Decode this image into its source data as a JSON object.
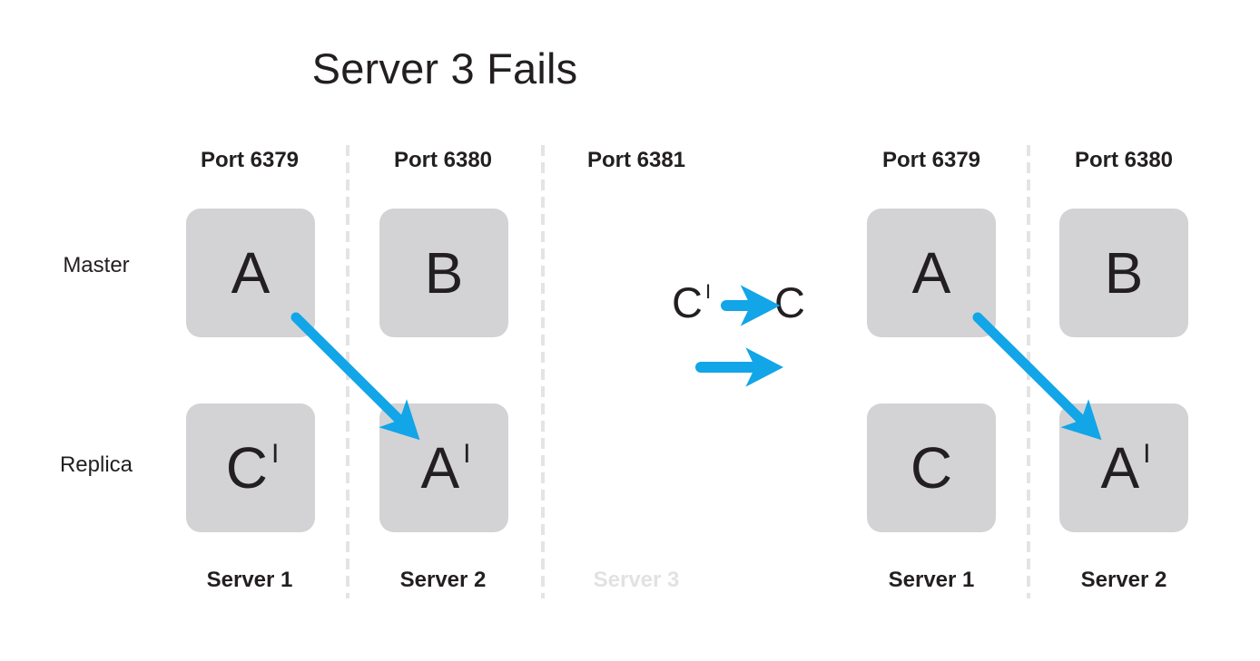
{
  "diagram": {
    "title": "Server 3 Fails",
    "accent_color": "#12a5e8",
    "box_color": "#d3d3d5",
    "text_color": "#231f20",
    "dim_color": "#e2e2e2",
    "divider_color": "#e4e4e4",
    "row_labels": {
      "master": "Master",
      "replica": "Replica"
    },
    "before": {
      "columns": [
        {
          "port": "Port 6379",
          "server": "Server 1",
          "failed": false,
          "master": {
            "letter": "A",
            "prime": ""
          },
          "replica": {
            "letter": "C",
            "prime": "I"
          }
        },
        {
          "port": "Port 6380",
          "server": "Server 2",
          "failed": false,
          "master": {
            "letter": "B",
            "prime": ""
          },
          "replica": {
            "letter": "A",
            "prime": "I"
          }
        },
        {
          "port": "Port 6381",
          "server": "Server 3",
          "failed": true,
          "master": null,
          "replica": null
        }
      ]
    },
    "transition": {
      "from_letter": "C",
      "from_prime": "I",
      "to_letter": "C",
      "to_prime": "",
      "promote_arrow_label": "arrow-right-icon",
      "flow_arrow_label": "arrow-right-icon"
    },
    "after": {
      "columns": [
        {
          "port": "Port 6379",
          "server": "Server 1",
          "failed": false,
          "master": {
            "letter": "A",
            "prime": ""
          },
          "replica": {
            "letter": "C",
            "prime": ""
          }
        },
        {
          "port": "Port 6380",
          "server": "Server 2",
          "failed": false,
          "master": {
            "letter": "B",
            "prime": ""
          },
          "replica": {
            "letter": "A",
            "prime": "I"
          }
        }
      ]
    },
    "replication_arrows": [
      {
        "name": "replication-arrow-before",
        "from": "A (master, Server 1)",
        "to": "A' (replica, Server 2)"
      },
      {
        "name": "replication-arrow-after",
        "from": "A (master, Server 1)",
        "to": "A' (replica, Server 2)"
      }
    ]
  }
}
